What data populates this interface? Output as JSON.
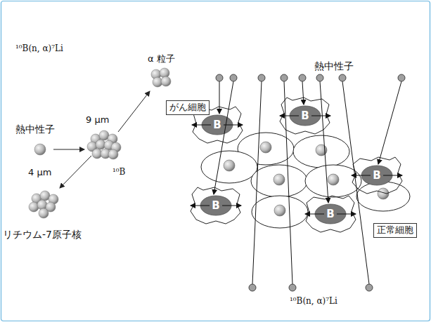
{
  "diagram": {
    "nodes": [
      {
        "text": [
          "がん細胞"
        ]
      },
      {
        "text": [
          "B"
        ]
      },
      {
        "text": [
          "B"
        ]
      },
      {
        "text": [
          "B"
        ]
      },
      {
        "text": [
          "B"
        ]
      },
      {
        "text": [
          "B"
        ]
      },
      {
        "text": [
          "正常細胞"
        ]
      }
    ],
    "labels": [
      "¹⁰B(n, α)⁷Li",
      "熱中性子",
      "9 μm",
      "α 粒子",
      "4 μm",
      "¹⁰B",
      "リチウム-7原子核",
      "熱中性子",
      "¹⁰B(n, α)⁷Li"
    ]
  }
}
